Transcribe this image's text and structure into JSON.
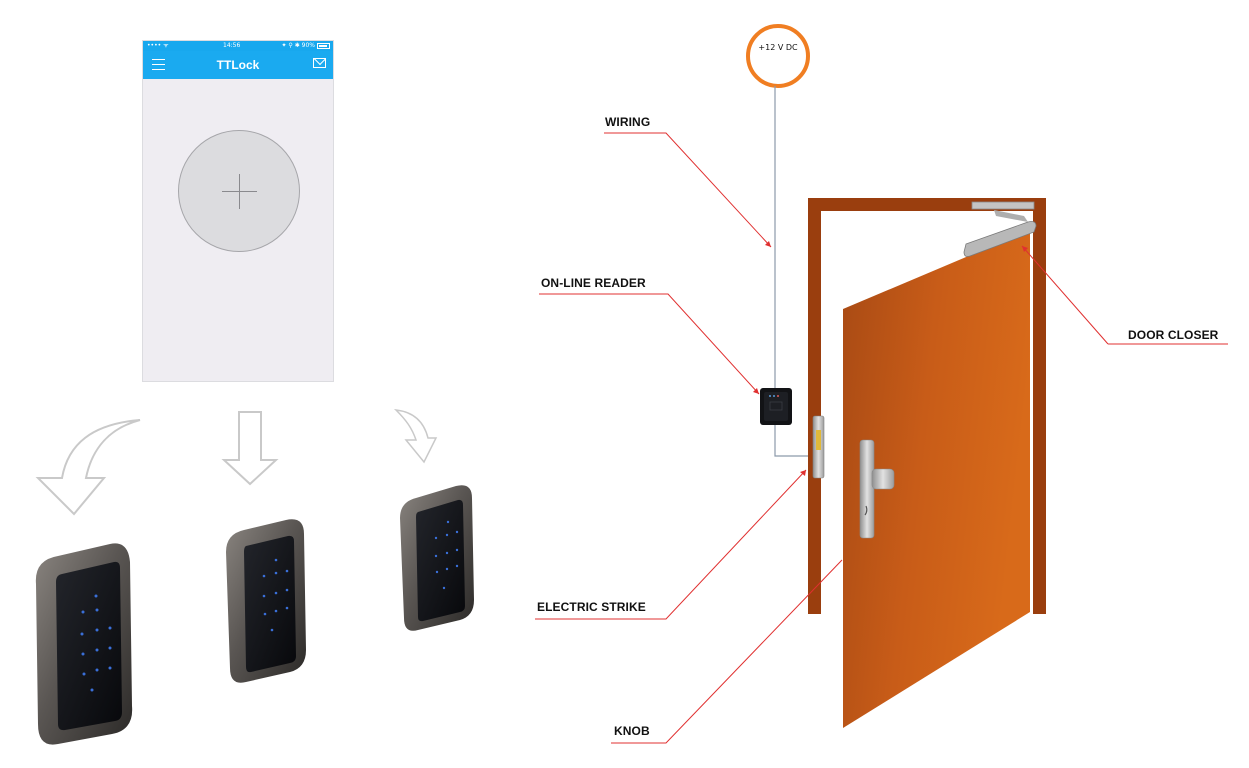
{
  "phone": {
    "status_left": "•••• ᯤ",
    "status_time": "14:56",
    "status_right": "✦ ⚲ ✱ 90%",
    "app_title": "TTLock",
    "icons": [
      "menu-icon",
      "mail-icon",
      "plus-icon"
    ]
  },
  "power": {
    "label": "+12 V DC"
  },
  "labels": {
    "wiring": "WIRING",
    "online_reader": "ON-LINE READER",
    "electric_strike": "ELECTRIC STRIKE",
    "knob": "KNOB",
    "door_closer": "DOOR CLOSER"
  },
  "colors": {
    "app_blue": "#1aaaf0",
    "power_ring": "#f07e22",
    "door": "#c45e1a",
    "frame": "#9a3e0e",
    "leader_line": "#e03030"
  }
}
